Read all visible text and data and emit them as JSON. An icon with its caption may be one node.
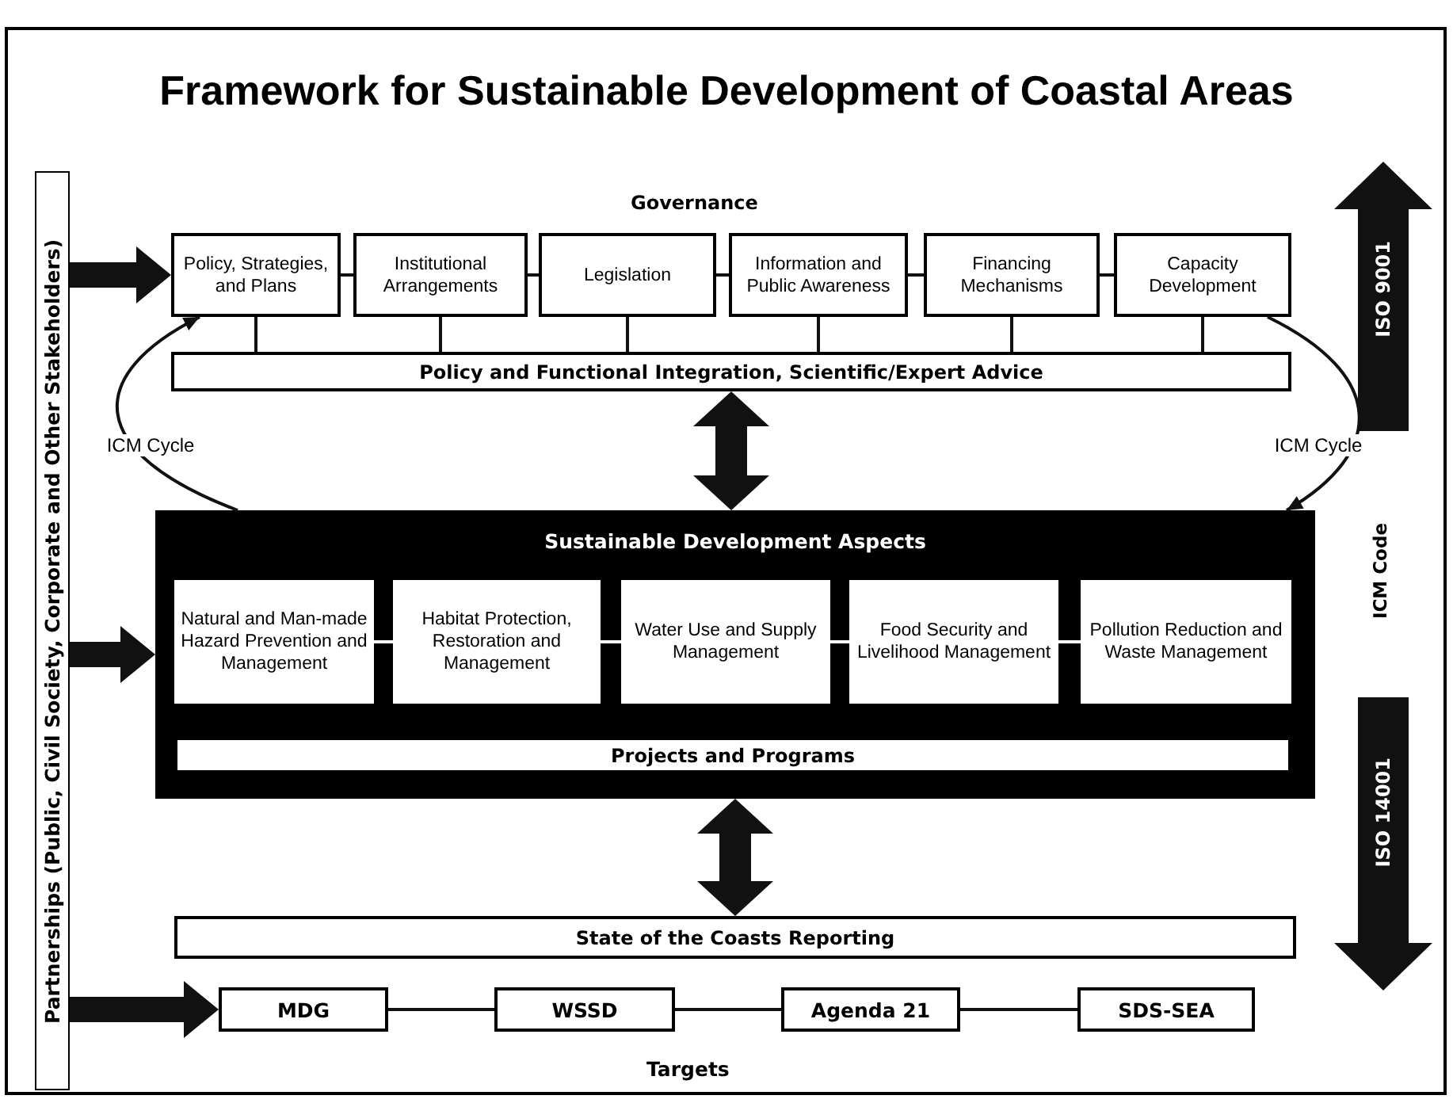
{
  "diagram": {
    "title": "Framework for Sustainable Development of Coastal Areas",
    "nodes": [
      {
        "text": [
          "Partnerships (Public, Civil Society, Corporate and Other Stakeholders)"
        ]
      },
      {
        "text": [
          "Policy, Strategies, and Plans"
        ]
      },
      {
        "text": [
          "Institutional Arrangements"
        ]
      },
      {
        "text": [
          "Legislation"
        ]
      },
      {
        "text": [
          "Information and Public Awareness"
        ]
      },
      {
        "text": [
          "Financing Mechanisms"
        ]
      },
      {
        "text": [
          "Capacity Development"
        ]
      },
      {
        "text": [
          "Policy and Functional Integration, Scientific/Expert Advice"
        ]
      },
      {
        "text": [
          "Sustainable Development Aspects"
        ]
      },
      {
        "text": [
          "Natural and Man-made Hazard Prevention and Management"
        ],
        "in": 8
      },
      {
        "text": [
          "Habitat Protection, Restoration and Management"
        ],
        "in": 8
      },
      {
        "text": [
          "Water Use and Supply Management"
        ],
        "in": 8
      },
      {
        "text": [
          "Food Security and Livelihood Management"
        ],
        "in": 8
      },
      {
        "text": [
          "Pollution Reduction and Waste Management"
        ],
        "in": 8
      },
      {
        "text": [
          "Projects and Programs"
        ],
        "in": 8
      },
      {
        "text": [
          "State of the Coasts Reporting"
        ]
      },
      {
        "text": [
          "MDG"
        ]
      },
      {
        "text": [
          "WSSD"
        ]
      },
      {
        "text": [
          "Agenda 21"
        ]
      },
      {
        "text": [
          "SDS-SEA"
        ]
      },
      {
        "text": [
          "ISO 9001"
        ]
      },
      {
        "text": [
          "ISO 14001"
        ]
      }
    ],
    "edges": [
      {
        "from": 0,
        "to": 1,
        "arrow": "to",
        "style": "thick"
      },
      {
        "from": 0,
        "to": 8,
        "arrow": "to",
        "style": "thick"
      },
      {
        "from": 0,
        "to": 16,
        "arrow": "to",
        "style": "thick"
      },
      {
        "from": 1,
        "to": 2,
        "arrow": "none"
      },
      {
        "from": 2,
        "to": 3,
        "arrow": "none"
      },
      {
        "from": 3,
        "to": 4,
        "arrow": "none"
      },
      {
        "from": 4,
        "to": 5,
        "arrow": "none"
      },
      {
        "from": 5,
        "to": 6,
        "arrow": "none"
      },
      {
        "from": 1,
        "to": 7,
        "arrow": "none"
      },
      {
        "from": 2,
        "to": 7,
        "arrow": "none"
      },
      {
        "from": 3,
        "to": 7,
        "arrow": "none"
      },
      {
        "from": 4,
        "to": 7,
        "arrow": "none"
      },
      {
        "from": 5,
        "to": 7,
        "arrow": "none"
      },
      {
        "from": 6,
        "to": 7,
        "arrow": "none"
      },
      {
        "from": 7,
        "to": 8,
        "arrow": "both",
        "style": "thick"
      },
      {
        "from": 8,
        "to": 1,
        "arrow": "to",
        "label": "ICM Cycle"
      },
      {
        "from": 6,
        "to": 8,
        "arrow": "to",
        "label": "ICM Cycle"
      },
      {
        "from": 9,
        "to": 10,
        "arrow": "none",
        "color": "#ffffff"
      },
      {
        "from": 10,
        "to": 11,
        "arrow": "none",
        "color": "#ffffff"
      },
      {
        "from": 11,
        "to": 12,
        "arrow": "none",
        "color": "#ffffff"
      },
      {
        "from": 12,
        "to": 13,
        "arrow": "none",
        "color": "#ffffff"
      },
      {
        "from": 8,
        "to": 15,
        "arrow": "both",
        "style": "thick"
      },
      {
        "from": 16,
        "to": 17,
        "arrow": "none"
      },
      {
        "from": 17,
        "to": 18,
        "arrow": "none"
      },
      {
        "from": 18,
        "to": 19,
        "arrow": "none"
      }
    ],
    "labels": [
      "Governance",
      "ICM Code",
      "Targets"
    ]
  }
}
